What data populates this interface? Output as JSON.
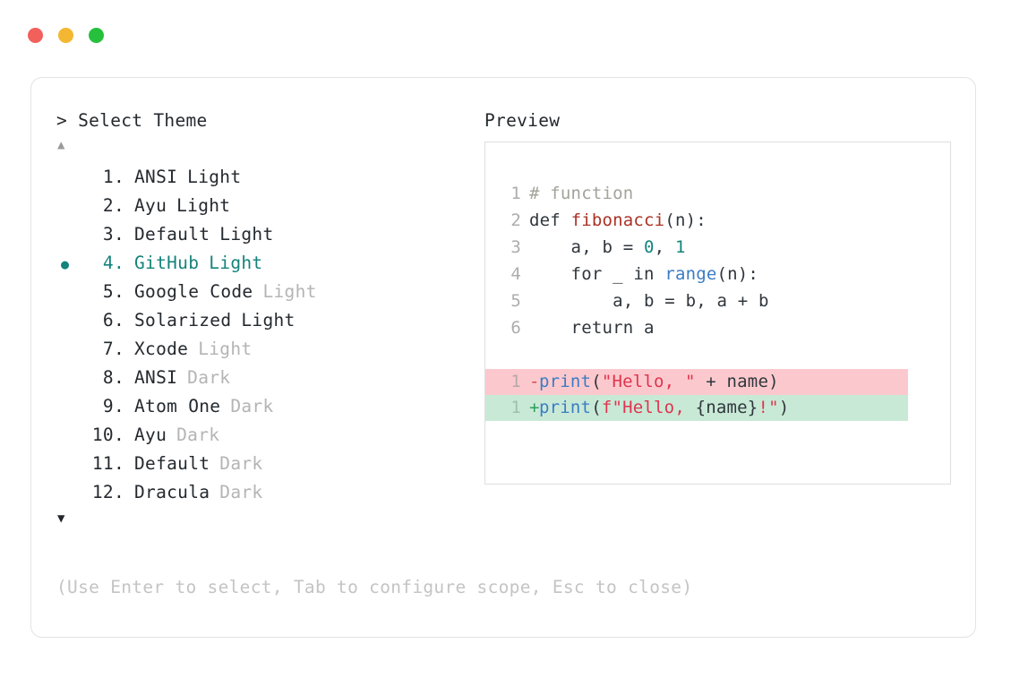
{
  "window": {
    "dots": [
      {
        "name": "close",
        "color": "#f2605c"
      },
      {
        "name": "minimize",
        "color": "#f4b731"
      },
      {
        "name": "maximize",
        "color": "#27c03c"
      }
    ]
  },
  "picker": {
    "prompt": "> Select Theme",
    "scroll_up_icon": "▲",
    "scroll_down_icon": "▼",
    "selected_index": 4,
    "bullet_glyph": "●",
    "accent_color": "#14837b",
    "items": [
      {
        "number": "1.",
        "name": "ANSI",
        "variant": "Light",
        "variant_dim": false,
        "selected": false
      },
      {
        "number": "2.",
        "name": "Ayu",
        "variant": "Light",
        "variant_dim": false,
        "selected": false
      },
      {
        "number": "3.",
        "name": "Default",
        "variant": "Light",
        "variant_dim": false,
        "selected": false
      },
      {
        "number": "4.",
        "name": "GitHub",
        "variant": "Light",
        "variant_dim": false,
        "selected": true
      },
      {
        "number": "5.",
        "name": "Google Code",
        "variant": "Light",
        "variant_dim": true,
        "selected": false
      },
      {
        "number": "6.",
        "name": "Solarized",
        "variant": "Light",
        "variant_dim": false,
        "selected": false
      },
      {
        "number": "7.",
        "name": "Xcode",
        "variant": "Light",
        "variant_dim": true,
        "selected": false
      },
      {
        "number": "8.",
        "name": "ANSI",
        "variant": "Dark",
        "variant_dim": true,
        "selected": false
      },
      {
        "number": "9.",
        "name": "Atom One",
        "variant": "Dark",
        "variant_dim": true,
        "selected": false
      },
      {
        "number": "10.",
        "name": "Ayu",
        "variant": "Dark",
        "variant_dim": true,
        "selected": false
      },
      {
        "number": "11.",
        "name": "Default",
        "variant": "Dark",
        "variant_dim": true,
        "selected": false
      },
      {
        "number": "12.",
        "name": "Dracula",
        "variant": "Dark",
        "variant_dim": true,
        "selected": false
      }
    ]
  },
  "preview": {
    "title": "Preview",
    "code_lines": [
      {
        "ln": "1",
        "tokens": [
          {
            "t": "# function",
            "c": "tok-comment"
          }
        ]
      },
      {
        "ln": "2",
        "tokens": [
          {
            "t": "def ",
            "c": "tok-plain"
          },
          {
            "t": "fibonacci",
            "c": "tok-func"
          },
          {
            "t": "(n):",
            "c": "tok-plain"
          }
        ]
      },
      {
        "ln": "3",
        "tokens": [
          {
            "t": "    a, b = ",
            "c": "tok-plain"
          },
          {
            "t": "0",
            "c": "tok-num"
          },
          {
            "t": ", ",
            "c": "tok-plain"
          },
          {
            "t": "1",
            "c": "tok-num"
          }
        ]
      },
      {
        "ln": "4",
        "tokens": [
          {
            "t": "    for _ in ",
            "c": "tok-plain"
          },
          {
            "t": "range",
            "c": "tok-builtin"
          },
          {
            "t": "(n):",
            "c": "tok-plain"
          }
        ]
      },
      {
        "ln": "5",
        "tokens": [
          {
            "t": "        a, b = b, a + b",
            "c": "tok-plain"
          }
        ]
      },
      {
        "ln": "6",
        "tokens": [
          {
            "t": "    return a",
            "c": "tok-plain"
          }
        ]
      }
    ],
    "diff_lines": [
      {
        "kind": "del",
        "ln": "1",
        "sign": "-",
        "tokens": [
          {
            "t": "print",
            "c": "tok-builtin"
          },
          {
            "t": "(",
            "c": "tok-plain"
          },
          {
            "t": "\"Hello, \"",
            "c": "tok-str"
          },
          {
            "t": " + name)",
            "c": "tok-plain"
          }
        ]
      },
      {
        "kind": "add",
        "ln": "1",
        "sign": "+",
        "tokens": [
          {
            "t": "print",
            "c": "tok-builtin"
          },
          {
            "t": "(",
            "c": "tok-plain"
          },
          {
            "t": "f\"Hello, ",
            "c": "tok-str"
          },
          {
            "t": "{name}",
            "c": "tok-plain"
          },
          {
            "t": "!\"",
            "c": "tok-str"
          },
          {
            "t": ")",
            "c": "tok-plain"
          }
        ]
      }
    ],
    "diff_del_bg": "#fbc9cd",
    "diff_add_bg": "#c8e9d6"
  },
  "footer": {
    "hint": "(Use Enter to select, Tab to configure scope, Esc to close)"
  }
}
